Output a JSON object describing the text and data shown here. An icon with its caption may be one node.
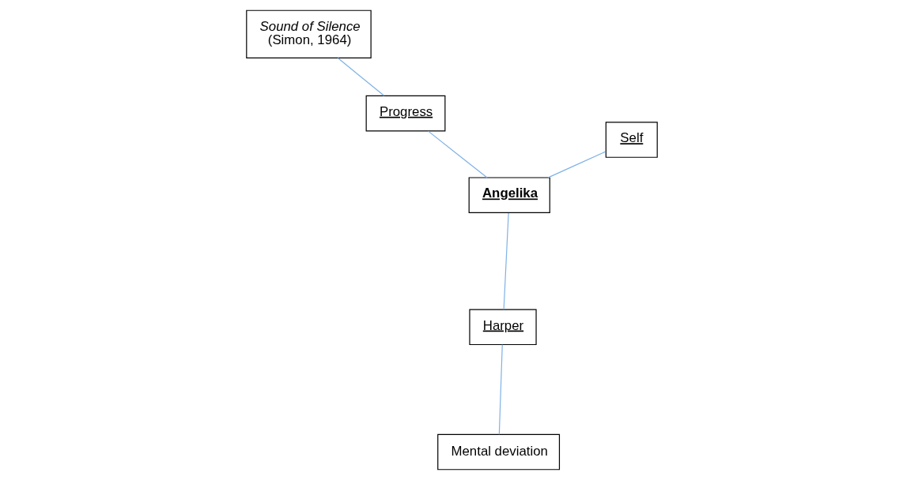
{
  "diagram": {
    "nodes": [
      {
        "text": [
          "Mental deviation"
        ]
      },
      {
        "text": [
          "Harper"
        ]
      },
      {
        "text": [
          "Angelika"
        ]
      },
      {
        "text": [
          "Progress"
        ]
      },
      {
        "text": [
          "Self"
        ]
      },
      {
        "text": [
          "*Sound of Silence* (Simon, 1964)"
        ]
      }
    ],
    "edges": [
      {
        "from": 1,
        "to": 0,
        "arrow": "none"
      },
      {
        "from": 1,
        "to": 2,
        "arrow": "none"
      },
      {
        "from": 2,
        "to": 3,
        "arrow": "none"
      },
      {
        "from": 3,
        "to": 5,
        "arrow": "none"
      },
      {
        "from": 4,
        "to": 2,
        "arrow": "none"
      }
    ]
  }
}
